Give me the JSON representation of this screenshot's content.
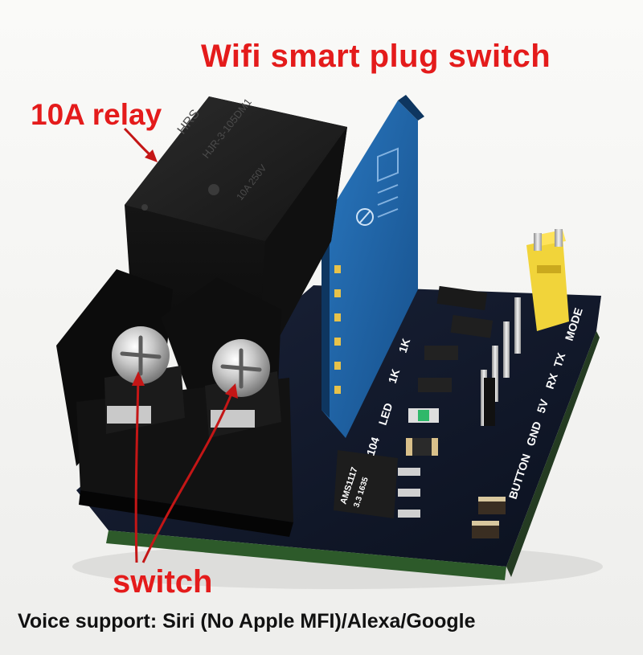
{
  "title": "Wifi smart plug switch",
  "relay_label": "10A relay",
  "switch_label": "switch",
  "voice_support": "Voice support:  Siri (No Apple MFI)/Alexa/Google",
  "relay": {
    "brand": "HRS",
    "model": "HJR-3-105DM1",
    "rating": "10A",
    "rating_full": "10A 250V"
  },
  "pcb_labels": {
    "r1": "1K",
    "r2": "1K",
    "led": "LED",
    "cap": "104",
    "regulator": "AMS1117",
    "regulator_sub": "3.3 1635",
    "pins": [
      "BUTTON",
      "GND",
      "5V",
      "RX",
      "TX",
      "MODE"
    ]
  },
  "colors": {
    "caption": "#e41b1b",
    "pcb": "#121a2c",
    "module": "#1b5c9d"
  }
}
